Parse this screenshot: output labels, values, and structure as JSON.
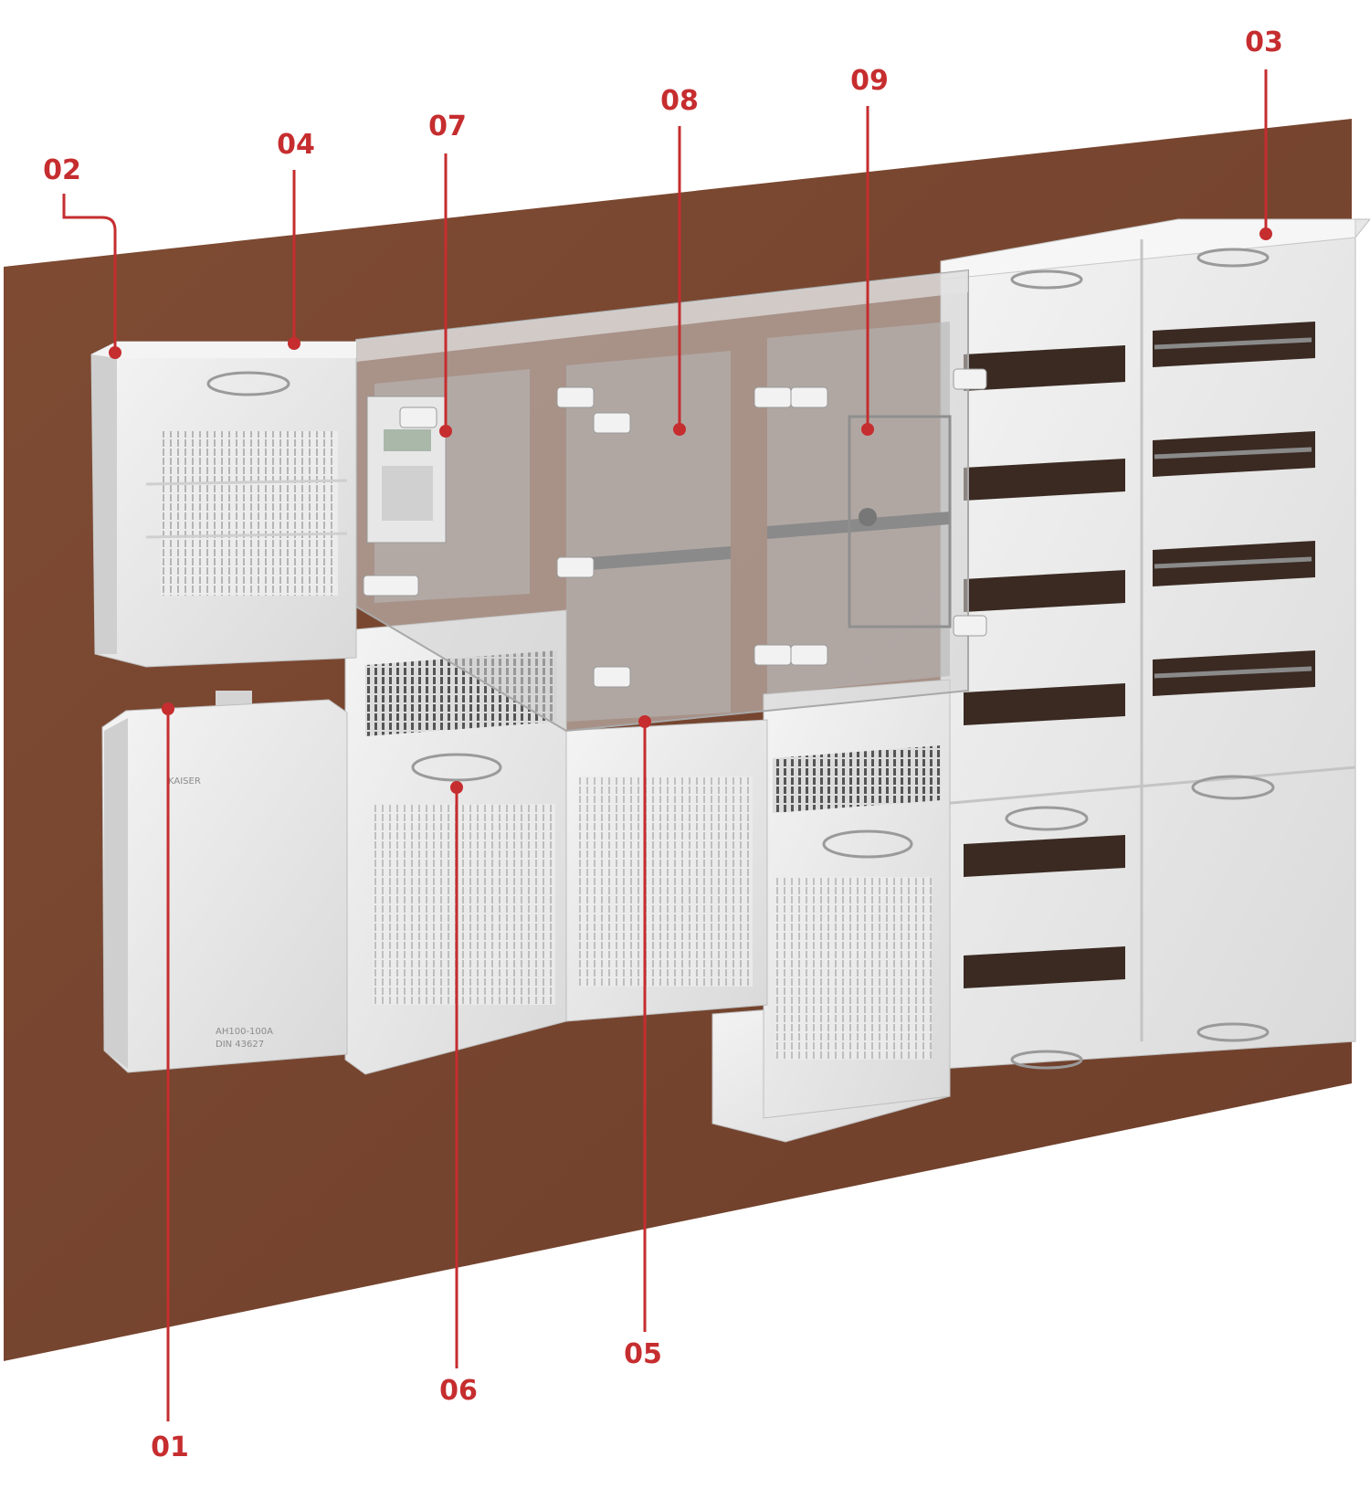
{
  "colors": {
    "accent": "#c62d2f",
    "wall": "#7c4a33",
    "enclosure": "#e8e8e8",
    "enclosure_shadow": "#bdbdbd",
    "transparent_cover": "#c9c9c9",
    "din_rail": "#8a8a8a",
    "slot": "#3a2a22"
  },
  "callouts": [
    {
      "id": "01",
      "label": "01"
    },
    {
      "id": "02",
      "label": "02"
    },
    {
      "id": "03",
      "label": "03"
    },
    {
      "id": "04",
      "label": "04"
    },
    {
      "id": "05",
      "label": "05"
    },
    {
      "id": "06",
      "label": "06"
    },
    {
      "id": "07",
      "label": "07"
    },
    {
      "id": "08",
      "label": "08"
    },
    {
      "id": "09",
      "label": "09"
    }
  ],
  "product_markings": {
    "brand": "KAISER",
    "housing_text_1": "AH100-100A",
    "housing_text_2": "DIN 43627"
  }
}
